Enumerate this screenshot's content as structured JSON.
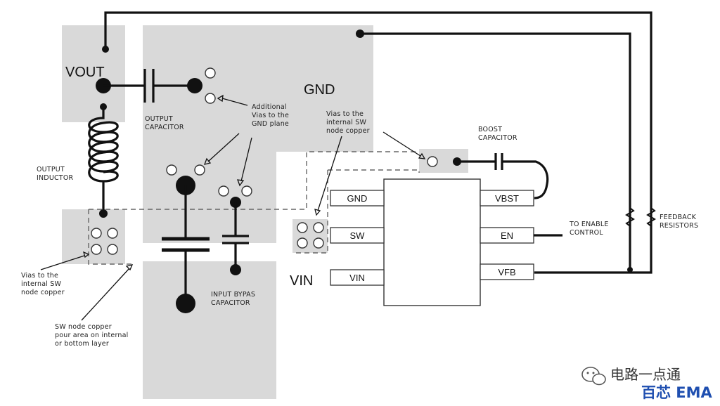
{
  "labels": {
    "vout": "VOUT",
    "gnd": "GND",
    "vin": "VIN",
    "output_capacitor": [
      "OUTPUT",
      "CAPACITOR"
    ],
    "additional_vias": [
      "Additional",
      "Vias to the",
      "GND plane"
    ],
    "vias_internal_sw_top": [
      "Vias to the",
      "internal SW",
      "node copper"
    ],
    "boost_capacitor": [
      "BOOST",
      "CAPACITOR"
    ],
    "output_inductor": [
      "OUTPUT",
      "INDUCTOR"
    ],
    "vias_internal_sw_left": [
      "Vias to the",
      "internal SW",
      "node copper"
    ],
    "sw_node_copper": [
      "SW node copper",
      "pour area on internal",
      "or bottom layer"
    ],
    "input_bypass_capacitor": [
      "INPUT BYPAS",
      "CAPACITOR"
    ],
    "to_enable_control": [
      "TO ENABLE",
      "CONTROL"
    ],
    "feedback_resistors": [
      "FEEDBACK",
      "RESISTORS"
    ]
  },
  "ic_pins": {
    "left": [
      "GND",
      "SW",
      "VIN"
    ],
    "right": [
      "VBST",
      "EN",
      "VFB"
    ]
  },
  "watermark": {
    "channel": "电路一点通",
    "brand": "百芯 EMA",
    "icon": "wechat-icon"
  },
  "colors": {
    "copper": "#d9d9d9",
    "trace": "#111111",
    "brand": "#1f4fb0"
  }
}
